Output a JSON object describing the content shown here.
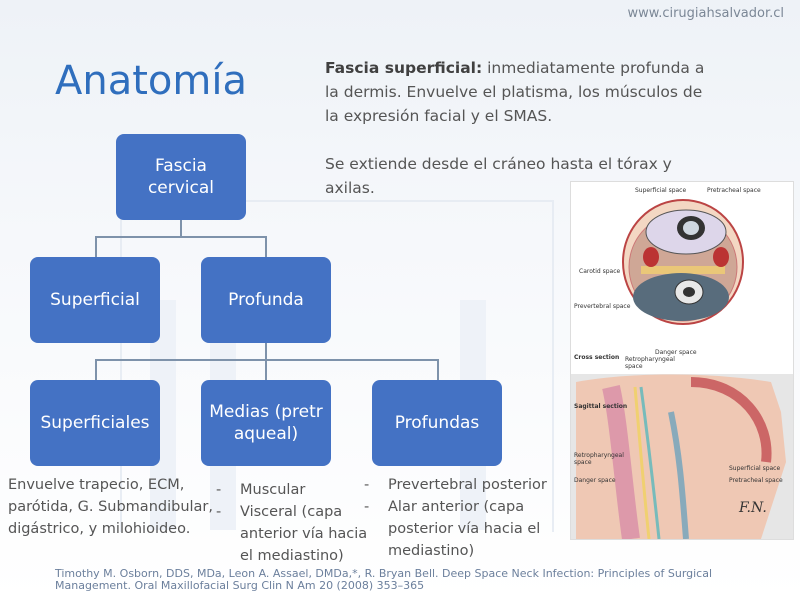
{
  "site": "www.cirugiahsalvador.cl",
  "title": "Anatomía",
  "description": {
    "bold": "Fascia superficial:",
    "text1": " inmediatamente profunda a la dermis. Envuelve el platisma, los músculos de la expresión facial y el SMAS.",
    "text2": "Se extiende desde el cráneo hasta el tórax y axilas."
  },
  "tree": {
    "root": "Fascia cervical",
    "superficial": "Superficial",
    "profunda": "Profunda",
    "superficiales": "Superficiales",
    "medias": "Medias (pretraqueal)",
    "profundas": "Profundas"
  },
  "notes": {
    "superficiales": "Envuelve trapecio, ECM, parótida, G. Submandibular, digástrico, y milohioideo.",
    "medias": [
      "Muscular",
      "Visceral (capa anterior vía hacia el mediastino)"
    ],
    "profundas": [
      "Prevertebral posterior",
      "Alar anterior (capa posterior vía hacia el mediastino)"
    ]
  },
  "figure": {
    "labels": [
      "Superficial space",
      "Pretracheal space",
      "Carotid space",
      "Prevertebral space",
      "Danger space",
      "Retropharyngeal space",
      "Cross section",
      "Sagittal section",
      "Retropharyngeal space",
      "Danger space",
      "Superficial space",
      "Pretracheal space"
    ]
  },
  "reference": "Timothy M. Osborn, DDS, MDa, Leon A. Assael, DMDa,*, R. Bryan Bell. Deep Space Neck Infection: Principles of Surgical Management. Oral Maxillofacial Surg Clin N Am 20 (2008) 353–365"
}
